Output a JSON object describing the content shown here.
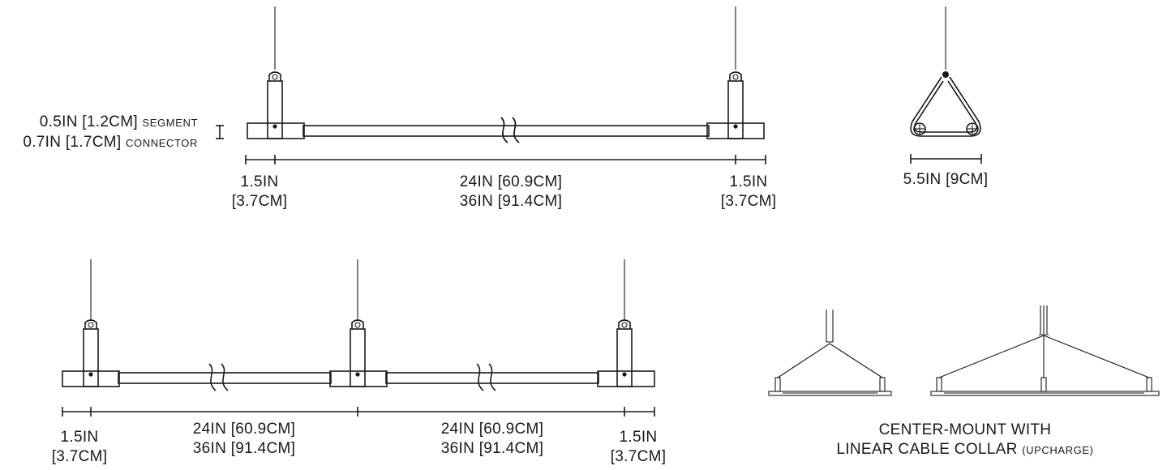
{
  "dimensions": {
    "height_segment": "0.5IN [1.2CM]",
    "height_segment_suffix": "SEGMENT",
    "height_connector": "0.7IN [1.7CM]",
    "height_connector_suffix": "CONNECTOR",
    "top_end_left": [
      "1.5IN",
      "[3.7CM]"
    ],
    "top_span": [
      "24IN [60.9CM]",
      "36IN [91.4CM]"
    ],
    "top_end_right": [
      "1.5IN",
      "[3.7CM]"
    ],
    "triangle_width": "5.5IN [9CM]",
    "bottom_end_left": [
      "1.5IN",
      "[3.7CM]"
    ],
    "bottom_span_1": [
      "24IN [60.9CM]",
      "36IN [91.4CM]"
    ],
    "bottom_span_2": [
      "24IN [60.9CM]",
      "36IN [91.4CM]"
    ],
    "bottom_end_right": [
      "1.5IN",
      "[3.7CM]"
    ]
  },
  "caption": {
    "line1": "CENTER-MOUNT WITH",
    "line2": "LINEAR CABLE COLLAR",
    "line2_suffix": "(UPCHARGE)"
  }
}
